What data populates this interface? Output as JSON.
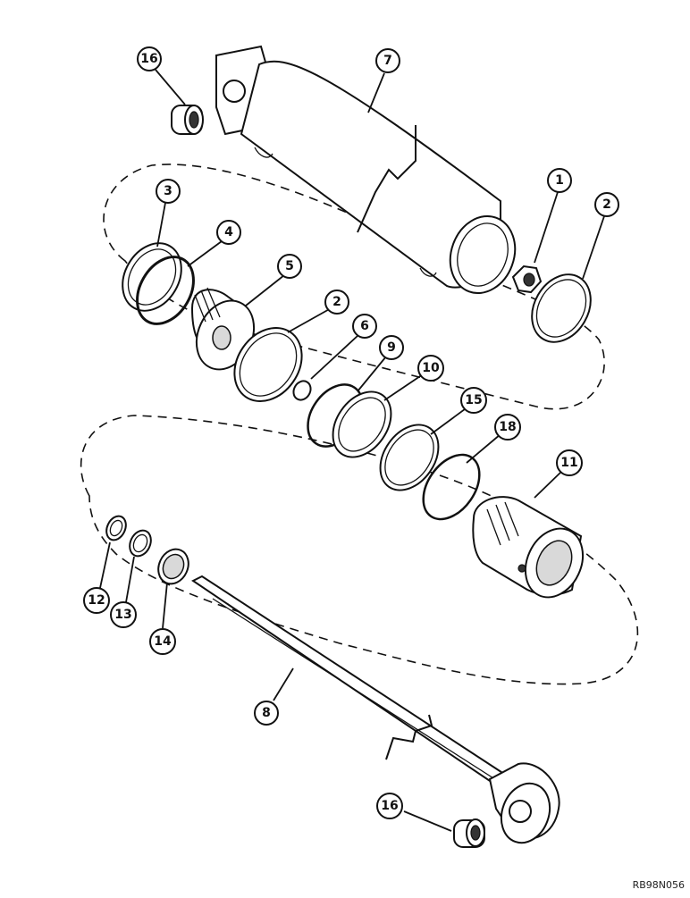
{
  "diagram": {
    "reference_code": "RB98N056",
    "callouts": [
      {
        "id": "c1",
        "label": "1"
      },
      {
        "id": "c2a",
        "label": "2"
      },
      {
        "id": "c2b",
        "label": "2"
      },
      {
        "id": "c3",
        "label": "3"
      },
      {
        "id": "c4",
        "label": "4"
      },
      {
        "id": "c5",
        "label": "5"
      },
      {
        "id": "c6",
        "label": "6"
      },
      {
        "id": "c7",
        "label": "7"
      },
      {
        "id": "c8",
        "label": "8"
      },
      {
        "id": "c9",
        "label": "9"
      },
      {
        "id": "c10",
        "label": "10"
      },
      {
        "id": "c11",
        "label": "11"
      },
      {
        "id": "c12",
        "label": "12"
      },
      {
        "id": "c13",
        "label": "13"
      },
      {
        "id": "c14",
        "label": "14"
      },
      {
        "id": "c15",
        "label": "15"
      },
      {
        "id": "c16a",
        "label": "16"
      },
      {
        "id": "c16b",
        "label": "16"
      },
      {
        "id": "c18",
        "label": "18"
      }
    ]
  }
}
